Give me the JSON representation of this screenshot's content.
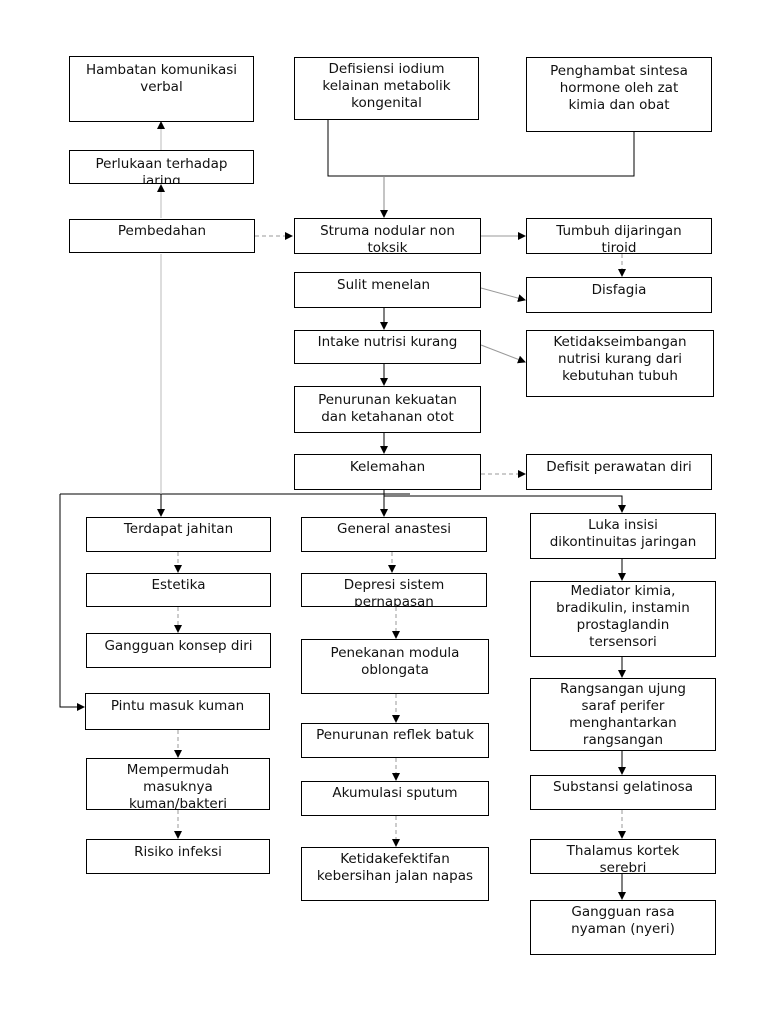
{
  "nodes": {
    "hambatan_komunikasi": "Hambatan komunikasi\nverbal",
    "defisiensi_iodium": "Defisiensi iodium\nkelainan metabolik\nkongenital",
    "penghambat_sintesa": "Penghambat sintesa\nhormone oleh zat\nkimia dan obat",
    "perlukaan_jaringan": "Perlukaan terhadap\njaring",
    "pembedahan": "Pembedahan",
    "struma_nodular": "Struma nodular non\ntoksik",
    "tumbuh_tiroid": "Tumbuh dijaringan\ntiroid",
    "sulit_menelan": "Sulit menelan",
    "disfagia": "Disfagia",
    "intake_nutrisi": "Intake nutrisi kurang",
    "ketidakseimbangan_nutrisi": "Ketidakseimbangan\nnutrisi kurang dari\nkebutuhan tubuh",
    "penurunan_kekuatan": "Penurunan kekuatan\ndan ketahanan otot",
    "kelemahan": "Kelemahan",
    "defisit_perawatan": "Defisit perawatan diri",
    "terdapat_jahitan": "Terdapat jahitan",
    "general_anastesi": "General anastesi",
    "luka_insisi": "Luka insisi\ndikontinuitas jaringan",
    "estetika": "Estetika",
    "depresi_sistem": "Depresi sistem\npernapasan",
    "mediator_kimia": "Mediator kimia,\nbradikulin, instamin\nprostaglandin\ntersensori",
    "gangguan_konsep": "Gangguan konsep diri",
    "penekanan_modula": "Penekanan modula\noblongata",
    "rangsangan_ujung": "Rangsangan ujung\nsaraf perifer\nmenghantarkan\nrangsangan",
    "pintu_masuk": "Pintu masuk kuman",
    "penurunan_reflek": "Penurunan reflek batuk",
    "mempermudah_masuknya": "Mempermudah\nmasuknya\nkuman/bakteri",
    "akumulasi_sputum": "Akumulasi sputum",
    "substansi_gelatinosa": "Substansi gelatinosa",
    "risiko_infeksi": "Risiko infeksi",
    "ketidakefektifan": "Ketidakefektifan\nkebersihan jalan napas",
    "thalamus_kortek": "Thalamus kortek\nserebri",
    "gangguan_rasa": "Gangguan rasa\nnyaman (nyeri)"
  }
}
